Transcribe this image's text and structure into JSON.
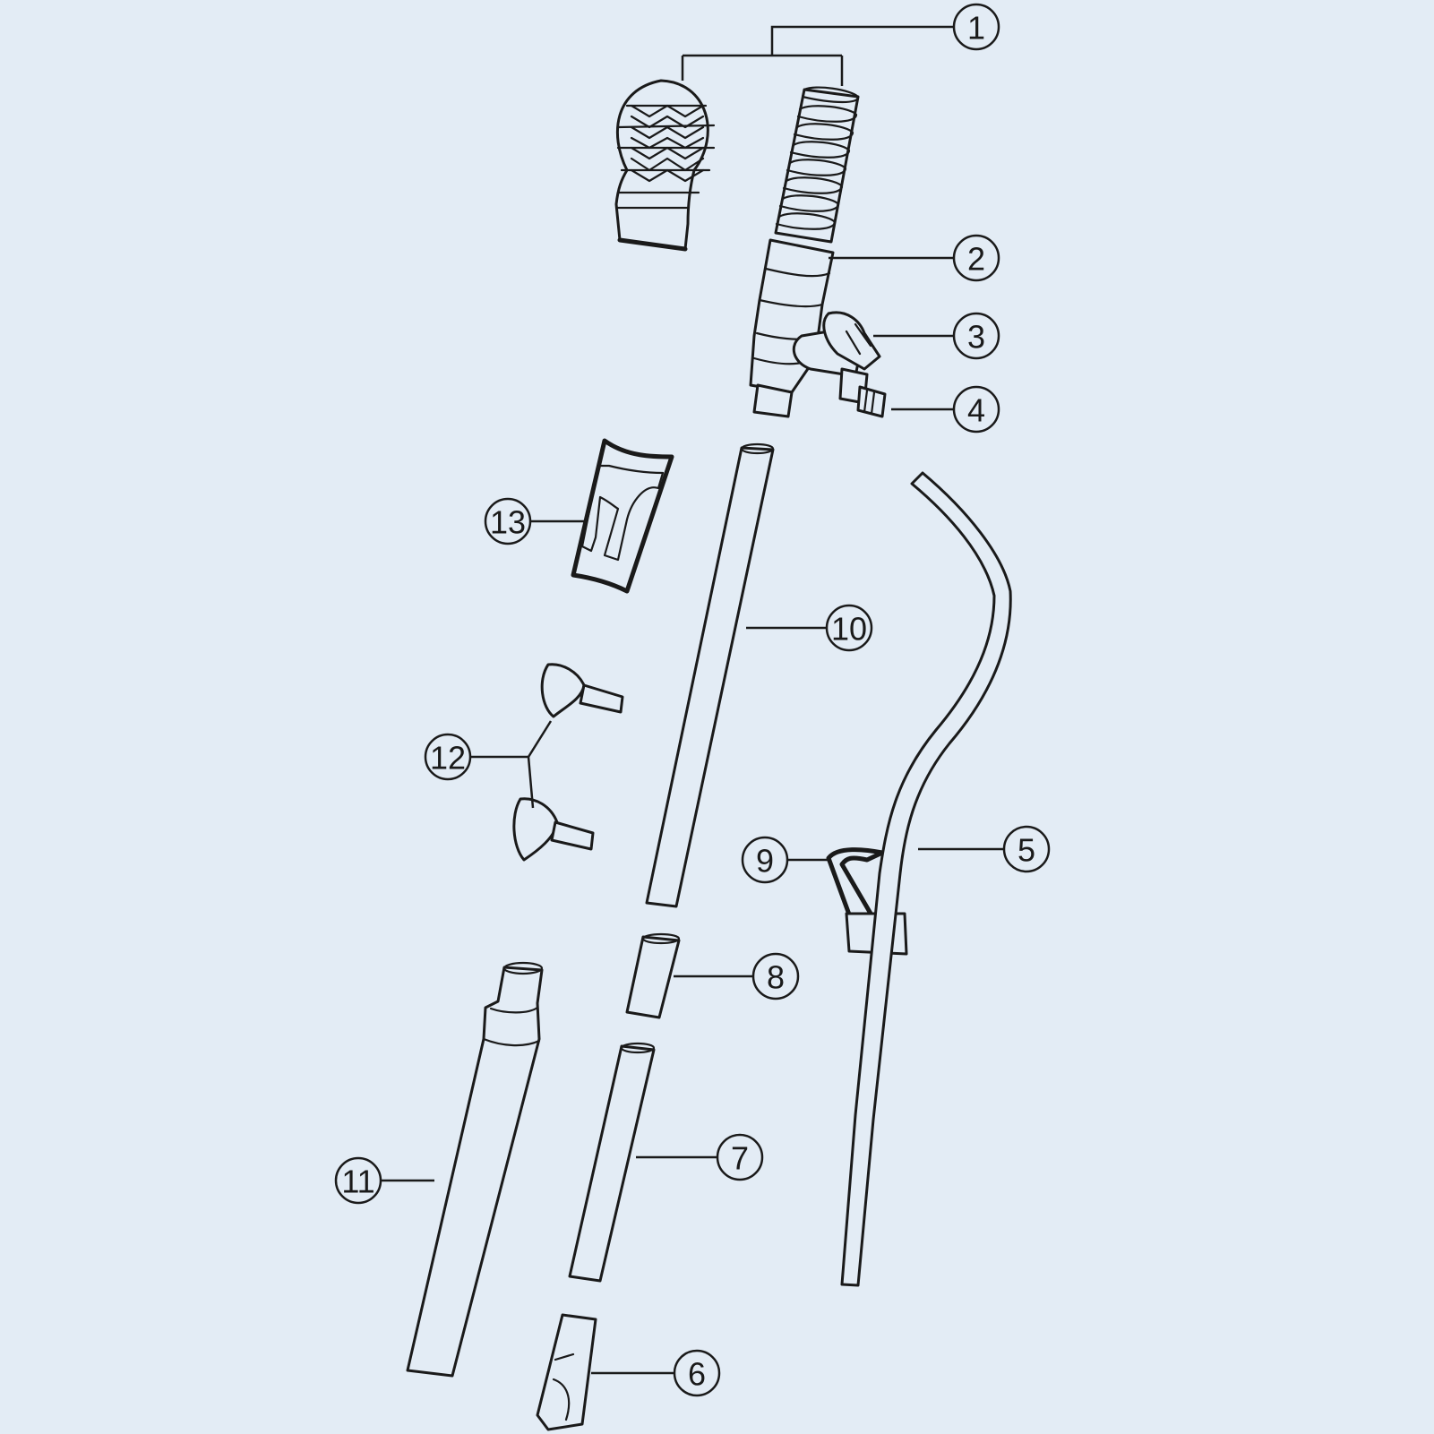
{
  "colors": {
    "background": "#e3ecf5",
    "ink": "#1a1a1a"
  },
  "callouts": [
    {
      "id": "1",
      "label": "1"
    },
    {
      "id": "2",
      "label": "2"
    },
    {
      "id": "3",
      "label": "3"
    },
    {
      "id": "4",
      "label": "4"
    },
    {
      "id": "5",
      "label": "5"
    },
    {
      "id": "6",
      "label": "6"
    },
    {
      "id": "7",
      "label": "7"
    },
    {
      "id": "8",
      "label": "8"
    },
    {
      "id": "9",
      "label": "9"
    },
    {
      "id": "10",
      "label": "10"
    },
    {
      "id": "11",
      "label": "11"
    },
    {
      "id": "12",
      "label": "12"
    },
    {
      "id": "13",
      "label": "13"
    }
  ]
}
